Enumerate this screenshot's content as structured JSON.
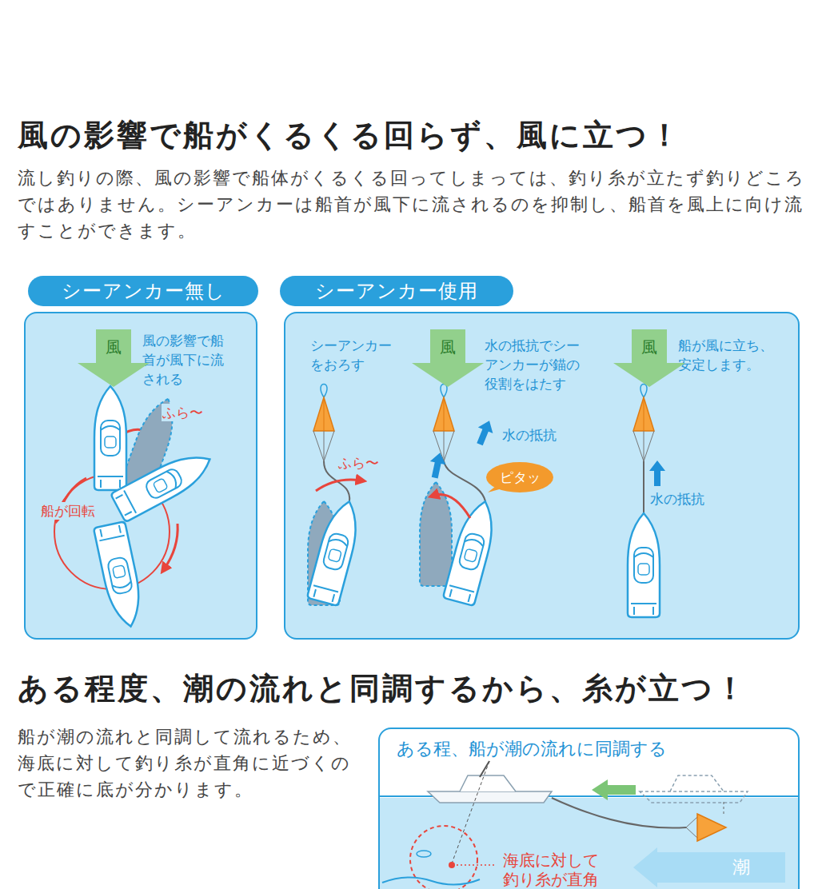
{
  "diagram": {
    "title": "風の影響で船がくるくる回らず、風に立つ！",
    "nodes": [
      {
        "text": [
          "シーアンカー無し",
          "風の影響で船首が風下に流される",
          "ふら〜",
          "船が回転"
        ]
      },
      {
        "text": [
          "風"
        ],
        "in": 0
      },
      {
        "text": [
          "シーアンカー使用",
          "シーアンカーをおろす",
          "水の抵抗でシーアンカーが錨の役割をはたす",
          "船が風に立ち、安定します。",
          "ふら〜",
          "水の抵抗",
          "水の抵抗"
        ]
      },
      {
        "text": [
          "風"
        ],
        "in": 2
      },
      {
        "text": [
          "風"
        ],
        "in": 2
      },
      {
        "text": [
          "ピタッ"
        ],
        "in": 2
      },
      {
        "text": [
          "ある程、船が潮の流れに同調する",
          "海底に対して釣り糸が直角"
        ]
      },
      {
        "text": [
          "潮"
        ],
        "in": 6
      }
    ],
    "labels": [
      "流し釣りの際、風の影響で船体がくるくる回ってしまっては、釣り糸が立たず釣りどころではありません。シーアンカーは船首が風下に流されるのを抑制し、船首を風上に向け流すことができます。",
      "ある程度、潮の流れと同調するから、糸が立つ！",
      "船が潮の流れと同調して流れるため、海底に対して釣り糸が直角に近づくので正確に底が分かります。"
    ]
  }
}
